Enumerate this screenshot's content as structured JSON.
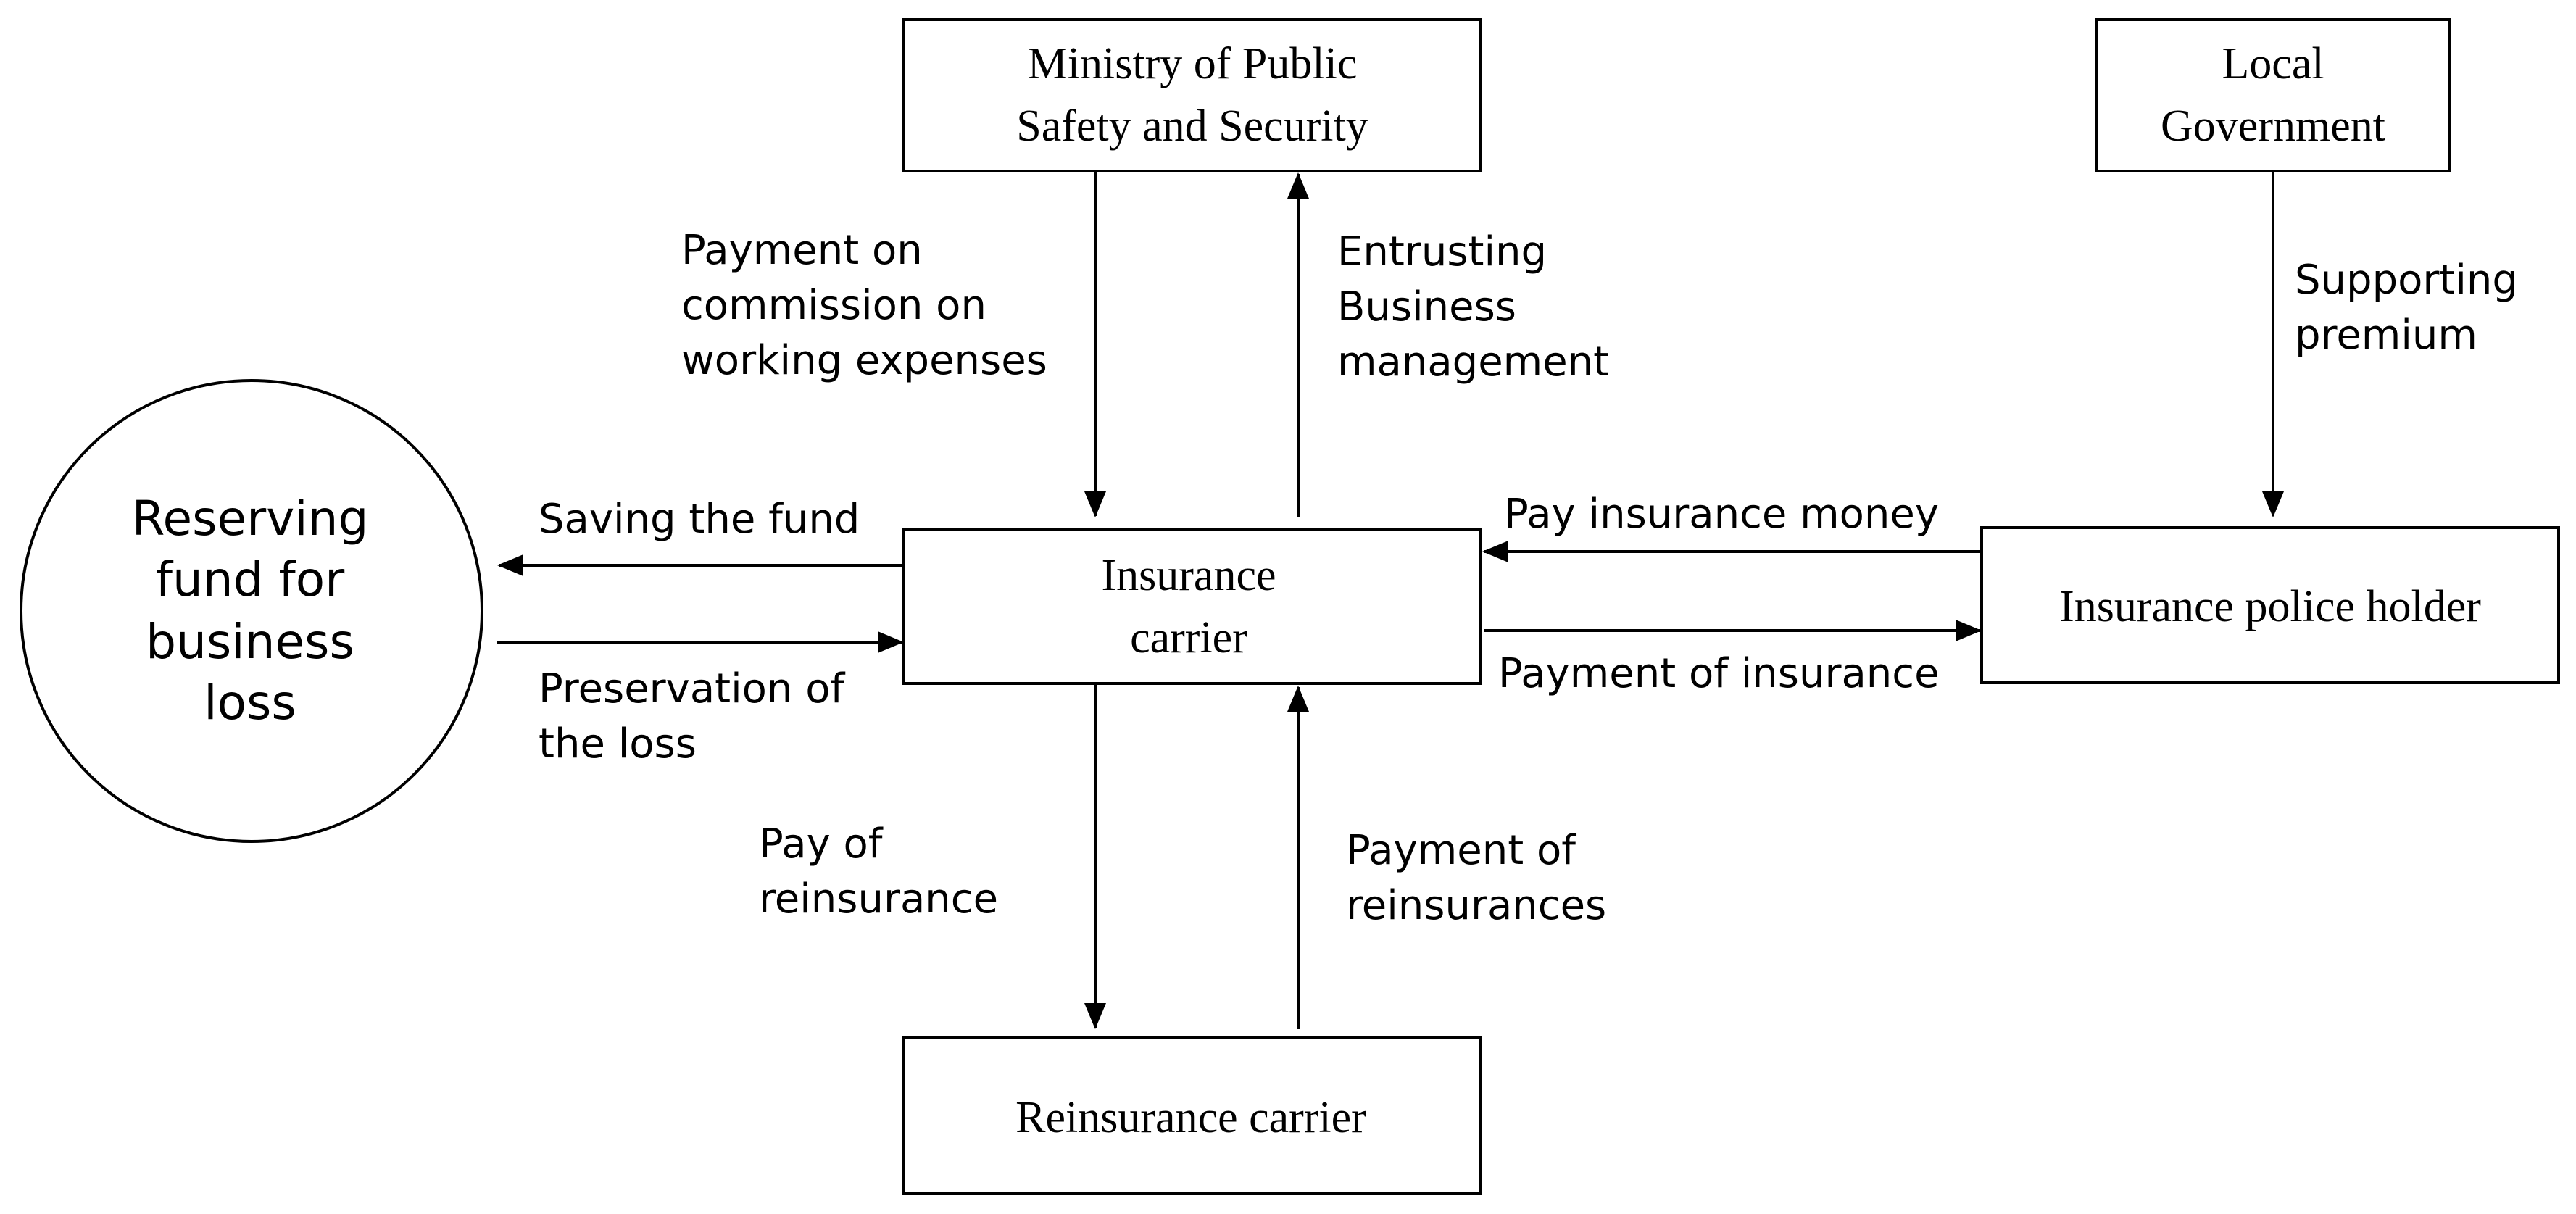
{
  "nodes": {
    "ministry": {
      "line1": "Ministry of Public",
      "line2": "Safety and Security"
    },
    "local_government": {
      "line1": "Local",
      "line2": "Government"
    },
    "reserving_fund": {
      "line1": "Reserving",
      "line2": "fund for",
      "line3": "business",
      "line4": "loss"
    },
    "insurance_carrier": {
      "line1": "Insurance",
      "line2": "carrier"
    },
    "policy_holder": {
      "line1": "Insurance police holder"
    },
    "reinsurance_carrier": {
      "line1": "Reinsurance carrier"
    }
  },
  "edges": {
    "payment_commission": {
      "line1": "Payment on",
      "line2": "commission on",
      "line3": "working expenses"
    },
    "entrusting": {
      "line1": "Entrusting",
      "line2": "Business",
      "line3": "management"
    },
    "supporting_premium": {
      "line1": "Supporting",
      "line2": "premium"
    },
    "saving_fund": {
      "line1": "Saving the fund"
    },
    "preservation": {
      "line1": "Preservation of",
      "line2": "the loss"
    },
    "pay_insurance_money": {
      "line1": "Pay insurance money"
    },
    "payment_of_insurance": {
      "line1": "Payment of insurance"
    },
    "pay_reinsurance": {
      "line1": "Pay of",
      "line2": "reinsurance"
    },
    "payment_reinsurances": {
      "line1": "Payment of",
      "line2": "reinsurances"
    }
  }
}
